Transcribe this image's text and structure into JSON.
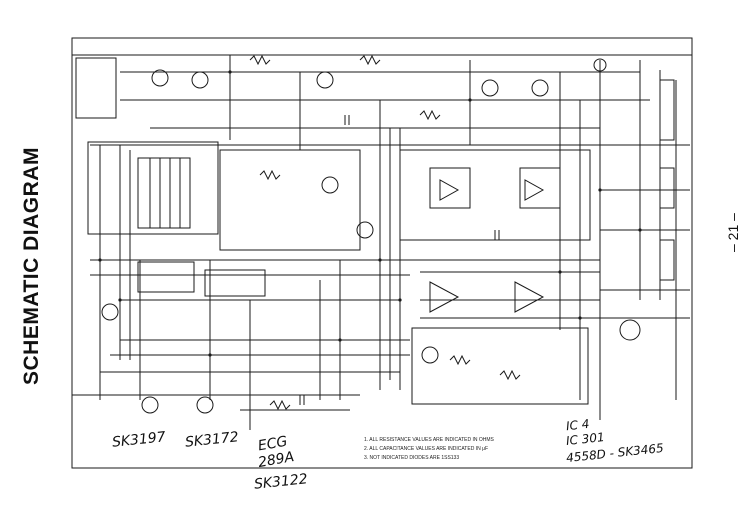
{
  "title": "SCHEMATIC DIAGRAM",
  "page_number": "– 21 –",
  "handwritten": {
    "left_transistor": "SK3197",
    "mid_transistor": "SK3172",
    "ecg_1": "ECG",
    "ecg_2": "289A",
    "sk_bottom": "SK3122",
    "ic_1": "IC 4",
    "ic_2": "IC 301",
    "ic_3": "4558D - SK3465"
  },
  "notes": {
    "n1": "1. ALL RESISTANCE VALUES ARE INDICATED IN OHMS",
    "n2": "2. ALL CAPACITANCE VALUES ARE INDICATED IN μF",
    "n3": "3. NOT INDICATED DIODES ARE 1SS133"
  },
  "colors": {
    "ink": "#1a1a1a",
    "paper": "#ffffff"
  }
}
